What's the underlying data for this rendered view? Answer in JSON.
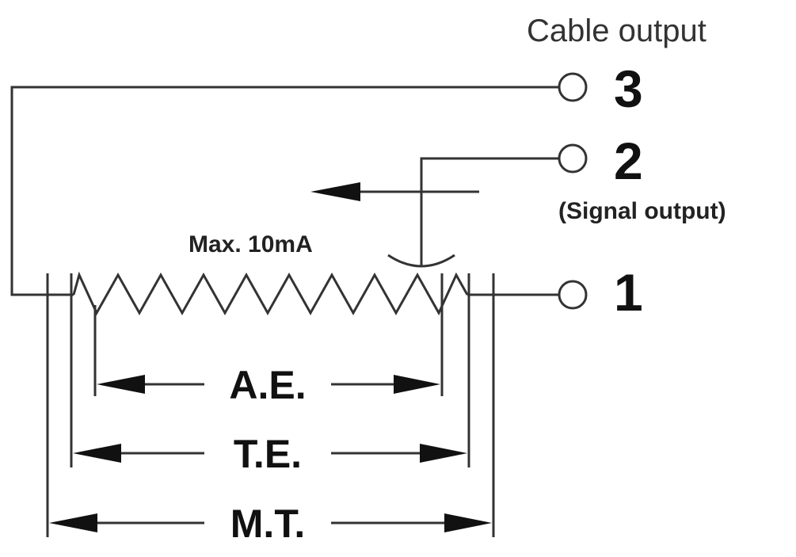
{
  "header": {
    "cable_output": "Cable output"
  },
  "terminals": [
    {
      "number": "3",
      "note": ""
    },
    {
      "number": "2",
      "note": "(Signal output)"
    },
    {
      "number": "1",
      "note": ""
    }
  ],
  "wiper": {
    "current_label": "Max. 10mA"
  },
  "dimensions": {
    "ae": "A.E.",
    "te": "T.E.",
    "mt": "M.T."
  }
}
